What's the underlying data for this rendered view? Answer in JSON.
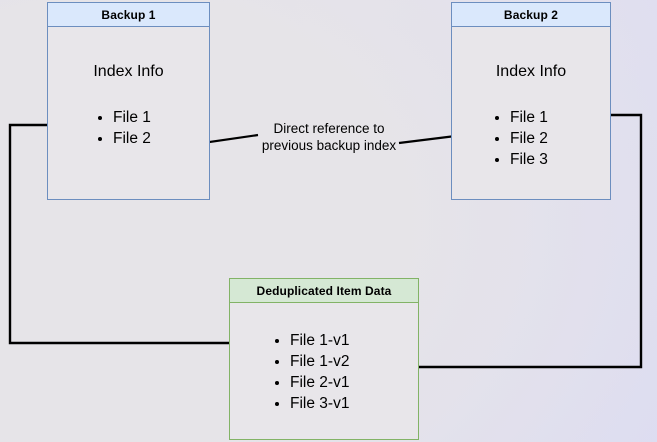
{
  "diagram": {
    "title_hidden": "Backup deduplication reference diagram",
    "nodes": [
      {
        "id": "backup1",
        "header": "Backup 1",
        "section_title": "Index Info",
        "items": [
          "File 1",
          "File 2"
        ],
        "accent": "#6c8ebf",
        "header_fill": "#dae8fc"
      },
      {
        "id": "backup2",
        "header": "Backup 2",
        "section_title": "Index Info",
        "items": [
          "File 1",
          "File 2",
          "File 3"
        ],
        "accent": "#6c8ebf",
        "header_fill": "#dae8fc"
      },
      {
        "id": "dedup",
        "header": "Deduplicated Item Data",
        "items": [
          "File 1-v1",
          "File 1-v2",
          "File 2-v1",
          "File 3-v1"
        ],
        "accent": "#82b366",
        "header_fill": "#d5e8d4"
      }
    ],
    "edge_label": {
      "line1": "Direct reference to",
      "line2": "previous backup index"
    },
    "connector_color": "#000000"
  }
}
